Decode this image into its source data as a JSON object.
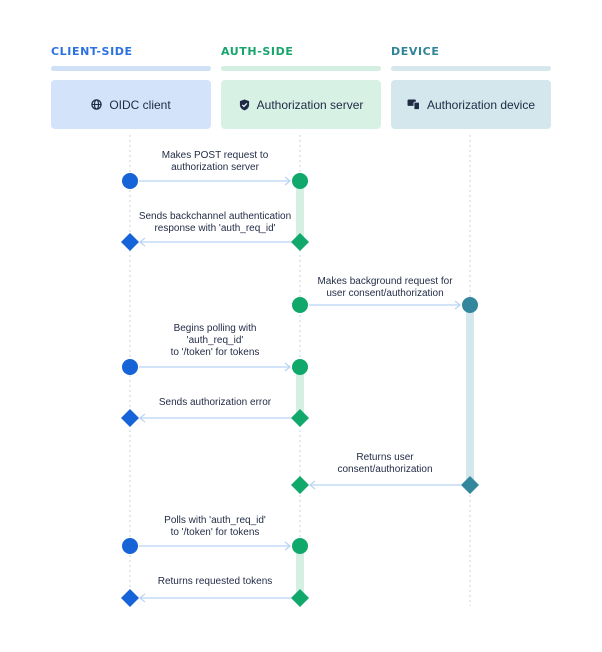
{
  "colors": {
    "client": "#1763d8",
    "auth": "#10a86b",
    "device": "#33879c",
    "client_title": "#2b72e0",
    "auth_title": "#17a56c",
    "device_title": "#2f8496",
    "client_bar": "#cfe0f7",
    "auth_bar": "#d2efe1",
    "device_bar": "#d6e8ec",
    "client_box": "#d3e3fa",
    "auth_box": "#d8f1e5",
    "device_box": "#d3e7ec",
    "lifeline": "#d6d9de",
    "arrow": "#b9d3f3",
    "activation": "#d6efe3",
    "device_activation": "#d3e7ec"
  },
  "lanes": [
    {
      "id": "client",
      "title": "CLIENT-SIDE",
      "box_label": "OIDC client",
      "icon": "globe-icon"
    },
    {
      "id": "auth",
      "title": "AUTH-SIDE",
      "box_label": "Authorization server",
      "icon": "shield-check-icon"
    },
    {
      "id": "device",
      "title": "DEVICE",
      "box_label": "Authorization device",
      "icon": "devices-icon"
    }
  ],
  "messages": [
    {
      "from": "client",
      "to": "auth",
      "lines": [
        "Makes POST request to",
        "authorization server"
      ],
      "start": "circle",
      "end": "circle"
    },
    {
      "from": "auth",
      "to": "client",
      "lines": [
        "Sends backchannel authentication",
        "response with 'auth_req_id'"
      ],
      "start": "diamond",
      "end": "diamond"
    },
    {
      "from": "auth",
      "to": "device",
      "lines": [
        "Makes background request for",
        "user consent/authorization"
      ],
      "start": "circle",
      "end": "circle"
    },
    {
      "from": "client",
      "to": "auth",
      "lines": [
        "Begins polling with",
        "'auth_req_id'",
        "to '/token' for tokens"
      ],
      "start": "circle",
      "end": "circle"
    },
    {
      "from": "auth",
      "to": "client",
      "lines": [
        "Sends authorization error"
      ],
      "start": "diamond",
      "end": "diamond"
    },
    {
      "from": "device",
      "to": "auth",
      "lines": [
        "Returns user",
        "consent/authorization"
      ],
      "start": "diamond",
      "end": "diamond"
    },
    {
      "from": "client",
      "to": "auth",
      "lines": [
        "Polls with 'auth_req_id'",
        "to '/token' for tokens"
      ],
      "start": "circle",
      "end": "circle"
    },
    {
      "from": "auth",
      "to": "client",
      "lines": [
        "Returns requested tokens"
      ],
      "start": "diamond",
      "end": "diamond"
    }
  ]
}
